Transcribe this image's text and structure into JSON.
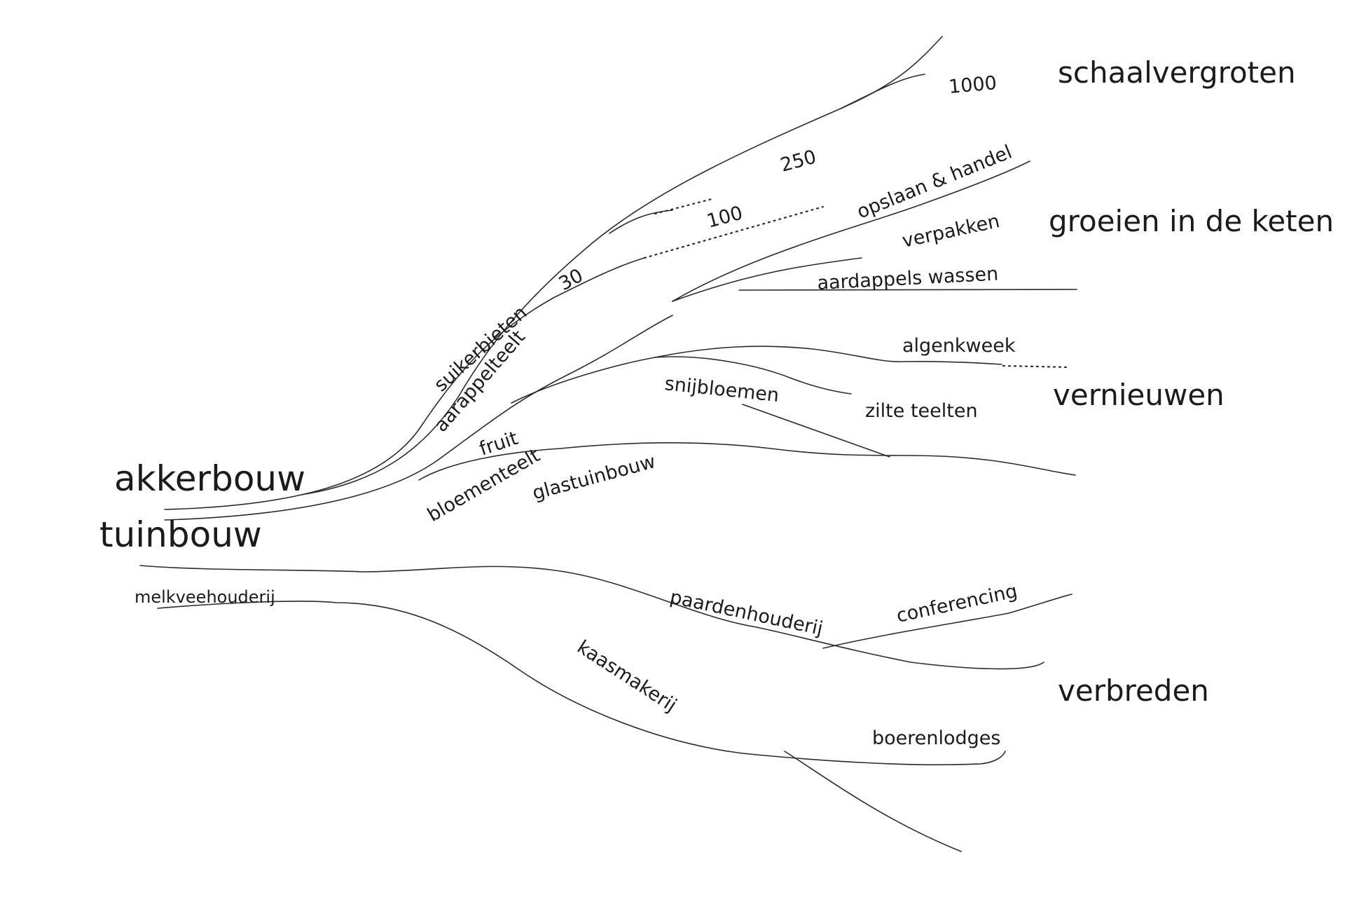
{
  "origins": {
    "akkerbouw": "akkerbouw",
    "tuinbouw": "tuinbouw"
  },
  "categories": {
    "schaalvergroten": "schaalvergroten",
    "groeien": "groeien in de keten",
    "vernieuwen": "vernieuwen",
    "verbreden": "verbreden"
  },
  "branches": {
    "suikerbieten": "suikerbieten",
    "aardappelteelt": "aarappelteelt",
    "fruit": "fruit",
    "bloementeelt": "bloementeelt",
    "glastuinbouw": "glastuinbouw",
    "snijbloemen": "snijbloemen",
    "zilte_teelten": "zilte teelten",
    "algenkweek": "algenkweek",
    "aardappels_wassen": "aardappels wassen",
    "verpakken": "verpakken",
    "opslaan_handel": "opslaan & handel",
    "melkveehouderij": "melkveehouderij",
    "paardenhouderij": "paardenhouderij",
    "conferencing": "conferencing",
    "kaasmakerij": "kaasmakerij",
    "boerenlodges": "boerenlodges"
  },
  "scale_numbers": {
    "n30": "30",
    "n100": "100",
    "n250": "250",
    "n1000": "1000"
  }
}
